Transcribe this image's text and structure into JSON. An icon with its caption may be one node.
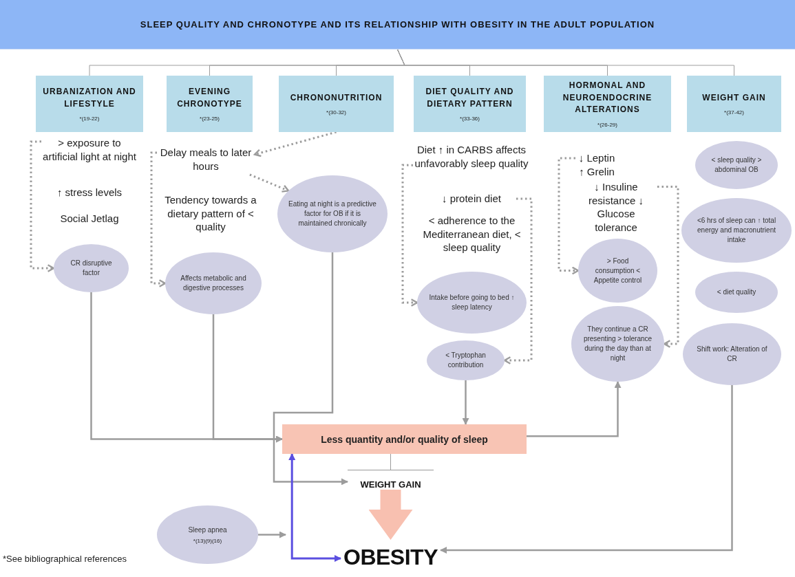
{
  "diagram": {
    "nodes": [
      {
        "text": [
          "SLEEP QUALITY AND CHRONOTYPE AND ITS RELATIONSHIP WITH OBESITY IN THE ADULT POPULATION"
        ]
      },
      {
        "text": [
          "URBANIZATION AND LIFESTYLE",
          "*(19-22)"
        ]
      },
      {
        "text": [
          "EVENING CHRONOTYPE",
          "*(23-25)"
        ]
      },
      {
        "text": [
          "CHRONONUTRITION",
          "*(30-32)"
        ]
      },
      {
        "text": [
          "DIET QUALITY AND DIETARY PATTERN",
          "*(33-36)"
        ]
      },
      {
        "text": [
          "HORMONAL AND NEUROENDOCRINE ALTERATIONS",
          "*(26-29)"
        ]
      },
      {
        "text": [
          "WEIGHT GAIN",
          "*(37-42)"
        ]
      },
      {
        "text": [
          "> exposure to artificial light at night"
        ]
      },
      {
        "text": [
          "CR disruptive factor"
        ]
      },
      {
        "text": [
          "Delay meals to later hours"
        ]
      },
      {
        "text": [
          "Affects metabolic and digestive processes"
        ]
      },
      {
        "text": [
          "Eating at night is a predictive factor for OB if it is maintained chronically"
        ]
      },
      {
        "text": [
          "Diet ↑ in CARBS affects unfavorably sleep quality"
        ]
      },
      {
        "text": [
          "↓ protein diet"
        ]
      },
      {
        "text": [
          "Intake before going to bed ↑ sleep latency"
        ]
      },
      {
        "text": [
          "< Tryptophan contribution"
        ]
      },
      {
        "text": [
          "↓ Leptin ↑ Grelin"
        ]
      },
      {
        "text": [
          "↓ Insuline resistance ↓ Glucose tolerance"
        ]
      },
      {
        "text": [
          "> Food consumption < Appetite control"
        ]
      },
      {
        "text": [
          "They continue a CR presenting > tolerance during the day than at night"
        ]
      },
      {
        "text": [
          "< sleep quality > abdominal OB"
        ]
      },
      {
        "text": [
          "<6 hrs of sleep can ↑ total energy and macronutrient intake"
        ]
      },
      {
        "text": [
          "< diet quality"
        ]
      },
      {
        "text": [
          "Shift work: Alteration of CR"
        ]
      },
      {
        "text": [
          "Less quantity and/or quality of sleep"
        ]
      },
      {
        "text": [
          "WEIGHT GAIN"
        ]
      },
      {
        "text": [
          "OBESITY"
        ]
      },
      {
        "text": [
          "Sleep apnea",
          "*(13)(9)(16)"
        ]
      }
    ],
    "edges": [
      {
        "from": 0,
        "to": 1,
        "arrow": "none"
      },
      {
        "from": 0,
        "to": 2,
        "arrow": "none"
      },
      {
        "from": 0,
        "to": 3,
        "arrow": "none"
      },
      {
        "from": 0,
        "to": 4,
        "arrow": "none"
      },
      {
        "from": 0,
        "to": 5,
        "arrow": "none"
      },
      {
        "from": 0,
        "to": 6,
        "arrow": "none"
      },
      {
        "from": 7,
        "to": 8,
        "arrow": "to",
        "style": "dashed"
      },
      {
        "from": 9,
        "to": 10,
        "arrow": "to",
        "style": "dashed"
      },
      {
        "from": 3,
        "to": 9,
        "arrow": "to",
        "style": "dashed"
      },
      {
        "from": 9,
        "to": 11,
        "arrow": "to",
        "style": "dashed"
      },
      {
        "from": 12,
        "to": 14,
        "arrow": "to",
        "style": "dashed"
      },
      {
        "from": 13,
        "to": 15,
        "arrow": "to",
        "style": "dashed"
      },
      {
        "from": 16,
        "to": 18,
        "arrow": "to",
        "style": "dashed"
      },
      {
        "from": 17,
        "to": 19,
        "arrow": "to",
        "style": "dashed"
      },
      {
        "from": 8,
        "to": 24,
        "arrow": "to"
      },
      {
        "from": 10,
        "to": 24,
        "arrow": "to"
      },
      {
        "from": 11,
        "to": 25,
        "arrow": "to"
      },
      {
        "from": 15,
        "to": 24,
        "arrow": "to"
      },
      {
        "from": 24,
        "to": 19,
        "arrow": "to"
      },
      {
        "from": 23,
        "to": 26,
        "arrow": "to"
      },
      {
        "from": 24,
        "to": 25,
        "arrow": "none"
      },
      {
        "from": 25,
        "to": 26,
        "arrow": "to",
        "style": "thick",
        "color": "#f8c0b0"
      },
      {
        "from": 24,
        "to": 26,
        "arrow": "both",
        "color": "#5b4fe0"
      },
      {
        "from": 27,
        "to": null,
        "arrow": "to"
      }
    ],
    "labels": [
      "↑ stress levels",
      "Social Jetlag",
      "Tendency towards a dietary pattern of < quality",
      "< adherence to the Mediterranean diet, < sleep quality",
      "*See bibliographical references"
    ]
  }
}
